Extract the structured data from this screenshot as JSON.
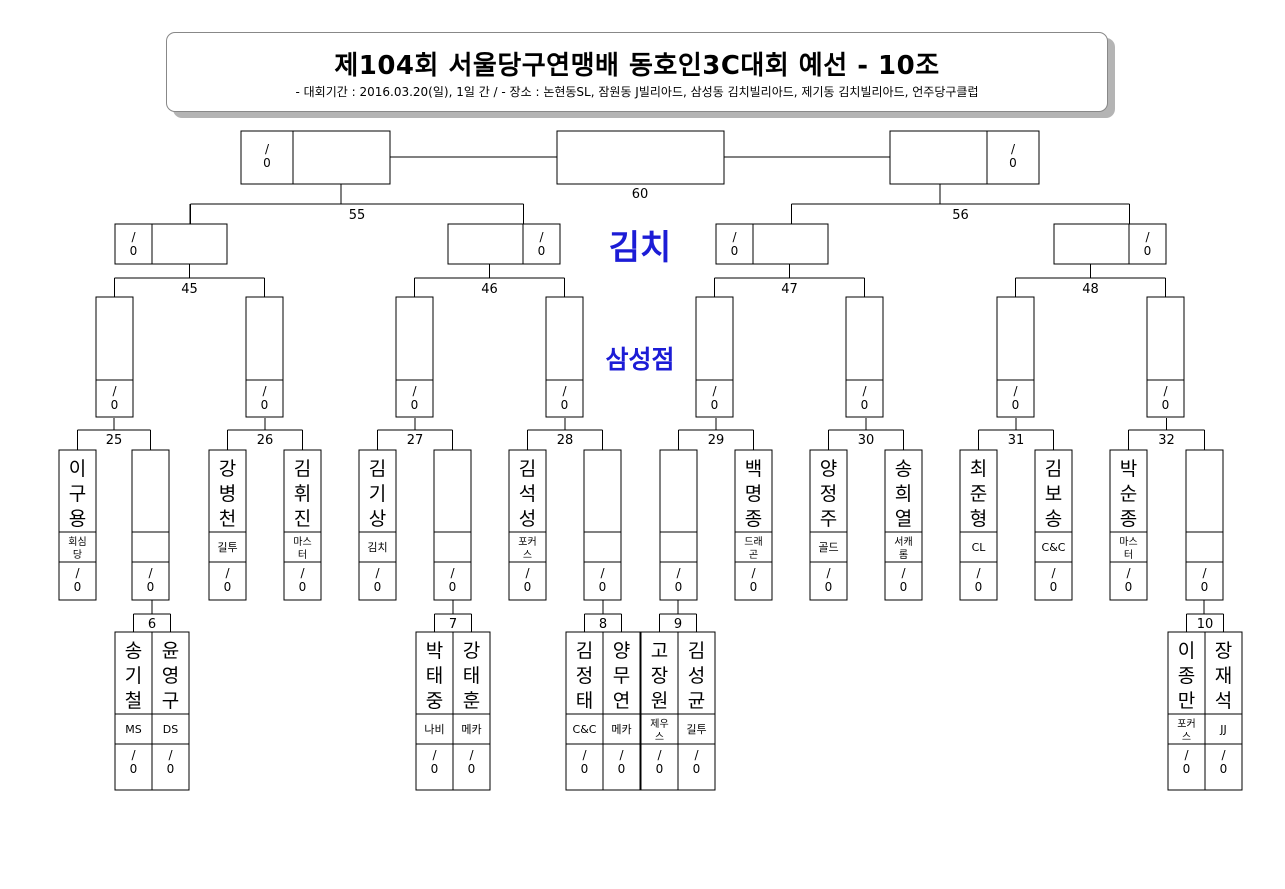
{
  "header": {
    "title": "제104회 서울당구연맹배 동호인3C대회 예선 - 10조",
    "subtitle": "- 대회기간 : 2016.03.20(일), 1일 간 / - 장소 : 논현동SL, 잠원동 J빌리아드, 삼성동 김치빌리아드, 제기동 김치빌리아드, 언주당구클럽"
  },
  "watermark": {
    "venue": "김치",
    "branch": "삼성점"
  },
  "score_placeholder": "/\n0",
  "match_numbers": {
    "m60": "60",
    "m55": "55",
    "m56": "56",
    "m45": "45",
    "m46": "46",
    "m47": "47",
    "m48": "48",
    "m25": "25",
    "m26": "26",
    "m27": "27",
    "m28": "28",
    "m29": "29",
    "m30": "30",
    "m31": "31",
    "m32": "32",
    "m6": "6",
    "m7": "7",
    "m8": "8",
    "m9": "9",
    "m10": "10"
  },
  "round1_players": [
    {
      "name": "이구용",
      "club": "회심당",
      "score": "/\n0"
    },
    {
      "name": "",
      "club": "",
      "score": "/\n0"
    },
    {
      "name": "강병천",
      "club": "길투",
      "score": "/\n0"
    },
    {
      "name": "김휘진",
      "club": "마스터",
      "score": "/\n0"
    },
    {
      "name": "김기상",
      "club": "김치",
      "score": "/\n0"
    },
    {
      "name": "",
      "club": "",
      "score": "/\n0"
    },
    {
      "name": "김석성",
      "club": "포커스",
      "score": "/\n0"
    },
    {
      "name": "",
      "club": "",
      "score": "/\n0"
    },
    {
      "name": "",
      "club": "",
      "score": "/\n0"
    },
    {
      "name": "백명종",
      "club": "드래곤",
      "score": "/\n0"
    },
    {
      "name": "양정주",
      "club": "골드",
      "score": "/\n0"
    },
    {
      "name": "송희열",
      "club": "서캐롬",
      "score": "/\n0"
    },
    {
      "name": "최준형",
      "club": "CL",
      "score": "/\n0"
    },
    {
      "name": "김보송",
      "club": "C&C",
      "score": "/\n0"
    },
    {
      "name": "박순종",
      "club": "마스터",
      "score": "/\n0"
    },
    {
      "name": "",
      "club": "",
      "score": "/\n0"
    }
  ],
  "prelim_players": [
    {
      "name": "송기철",
      "club": "MS",
      "score": "/\n0"
    },
    {
      "name": "윤영구",
      "club": "DS",
      "score": "/\n0"
    },
    {
      "name": "박태중",
      "club": "나비",
      "score": "/\n0"
    },
    {
      "name": "강태훈",
      "club": "메카",
      "score": "/\n0"
    },
    {
      "name": "김정태",
      "club": "C&C",
      "score": "/\n0"
    },
    {
      "name": "양무연",
      "club": "메카",
      "score": "/\n0"
    },
    {
      "name": "고장원",
      "club": "제우스",
      "score": "/\n0"
    },
    {
      "name": "김성균",
      "club": "길투",
      "score": "/\n0"
    },
    {
      "name": "이종만",
      "club": "포커스",
      "score": "/\n0"
    },
    {
      "name": "장재석",
      "club": "JJ",
      "score": "/\n0"
    }
  ]
}
